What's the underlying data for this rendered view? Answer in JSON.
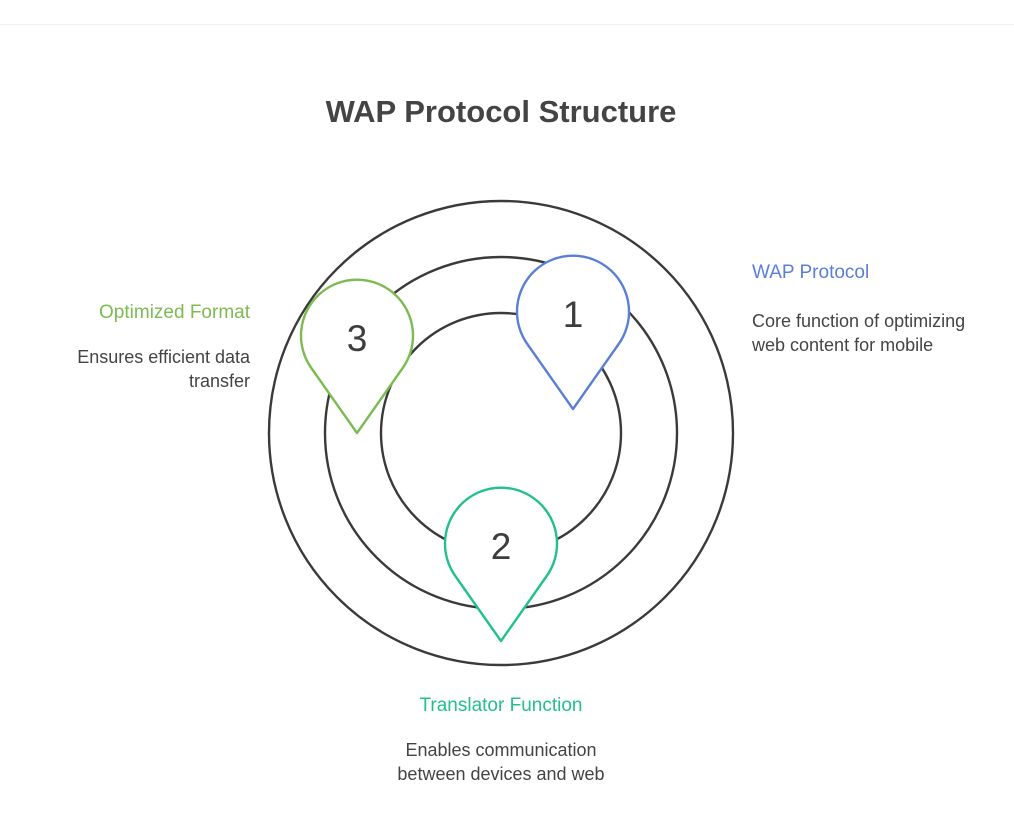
{
  "title": "WAP Protocol Structure",
  "colors": {
    "ring": "#3a3a3a",
    "blue": "#5b7fd6",
    "teal": "#22c08a",
    "green": "#7cbb52",
    "text": "#444444"
  },
  "items": [
    {
      "number": "1",
      "title": "WAP Protocol",
      "description": "Core function of optimizing web content for mobile",
      "color": "#5b7fd6"
    },
    {
      "number": "2",
      "title": "Translator Function",
      "description": "Enables communication between devices and web",
      "color": "#22c08a"
    },
    {
      "number": "3",
      "title": "Optimized Format",
      "description": "Ensures efficient data transfer",
      "color": "#7cbb52"
    }
  ]
}
